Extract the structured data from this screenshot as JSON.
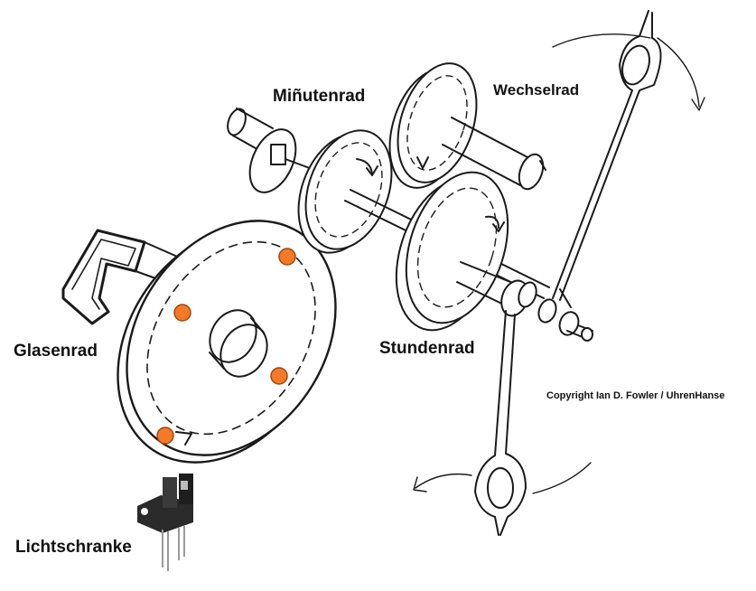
{
  "labels": {
    "minutenrad": "Miñutenrad",
    "wechselrad": "Wechselrad",
    "glasenrad": "Glasenrad",
    "stundenrad": "Stundenrad",
    "lichtschranke": "Lichtschranke"
  },
  "copyright": "Copyright Ian D. Fowler / UhrenHanse",
  "colors": {
    "marker": "#f47a28",
    "line": "#1a1a1a",
    "fill": "#ffffff",
    "sensor": "#2a2a2a"
  },
  "icons": {
    "marker": "orange-dot",
    "sensor": "light-barrier-sensor"
  }
}
